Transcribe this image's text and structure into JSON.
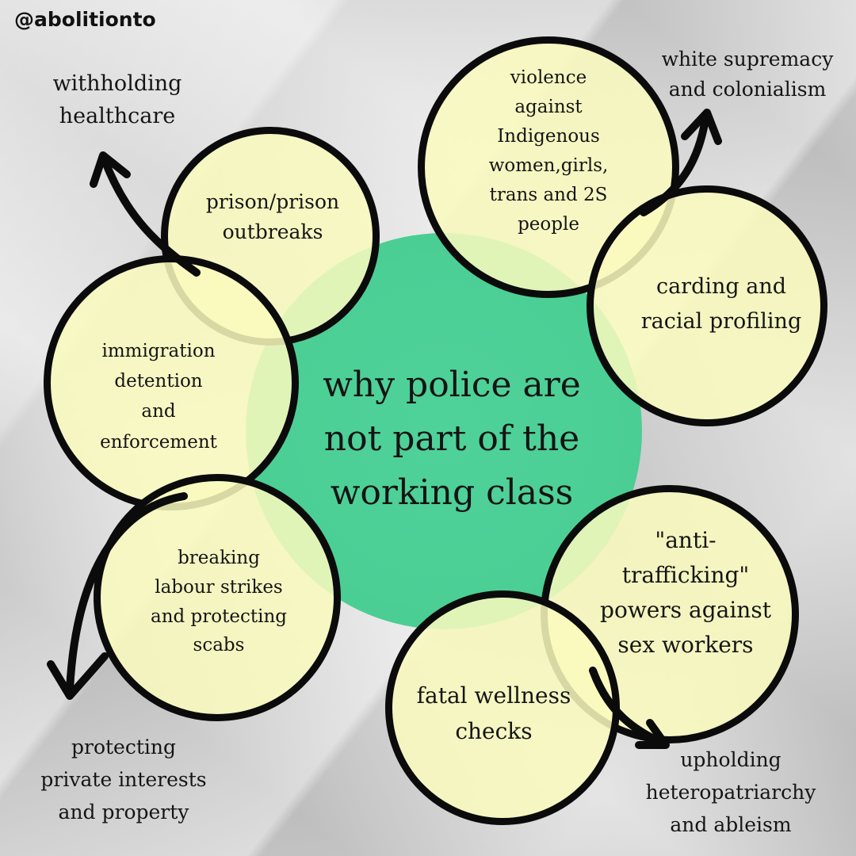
{
  "handle": "@abolitionto",
  "center": {
    "lines": [
      "why police are",
      "not part of the",
      "working class"
    ],
    "color": "#4ccf95"
  },
  "bubbles": {
    "prison": {
      "lines": [
        "prison/prison",
        "outbreaks"
      ]
    },
    "violence": {
      "lines": [
        "violence",
        "against",
        "Indigenous",
        "women,girls,",
        "trans and 2S",
        "people"
      ]
    },
    "carding": {
      "lines": [
        "carding and",
        "racial profiling"
      ]
    },
    "immigration": {
      "lines": [
        "immigration",
        "detention",
        "and",
        "enforcement"
      ]
    },
    "strikes": {
      "lines": [
        "breaking",
        "labour strikes",
        "and protecting",
        "scabs"
      ]
    },
    "trafficking": {
      "lines": [
        "\"anti-",
        "trafficking\"",
        "powers against",
        "sex workers"
      ]
    },
    "wellness": {
      "lines": [
        "fatal wellness",
        "checks"
      ]
    }
  },
  "outer": {
    "healthcare": [
      "withholding",
      "healthcare"
    ],
    "supremacy": [
      "white supremacy",
      "and colonialism"
    ],
    "property": [
      "protecting",
      "private interests",
      "and property"
    ],
    "heteropatriarchy": [
      "upholding",
      "heteropatriarchy",
      "and ableism"
    ]
  },
  "colors": {
    "bubble_fill": "#fafabe",
    "outline": "#0b0b0b",
    "background": "#d9d9d9"
  }
}
